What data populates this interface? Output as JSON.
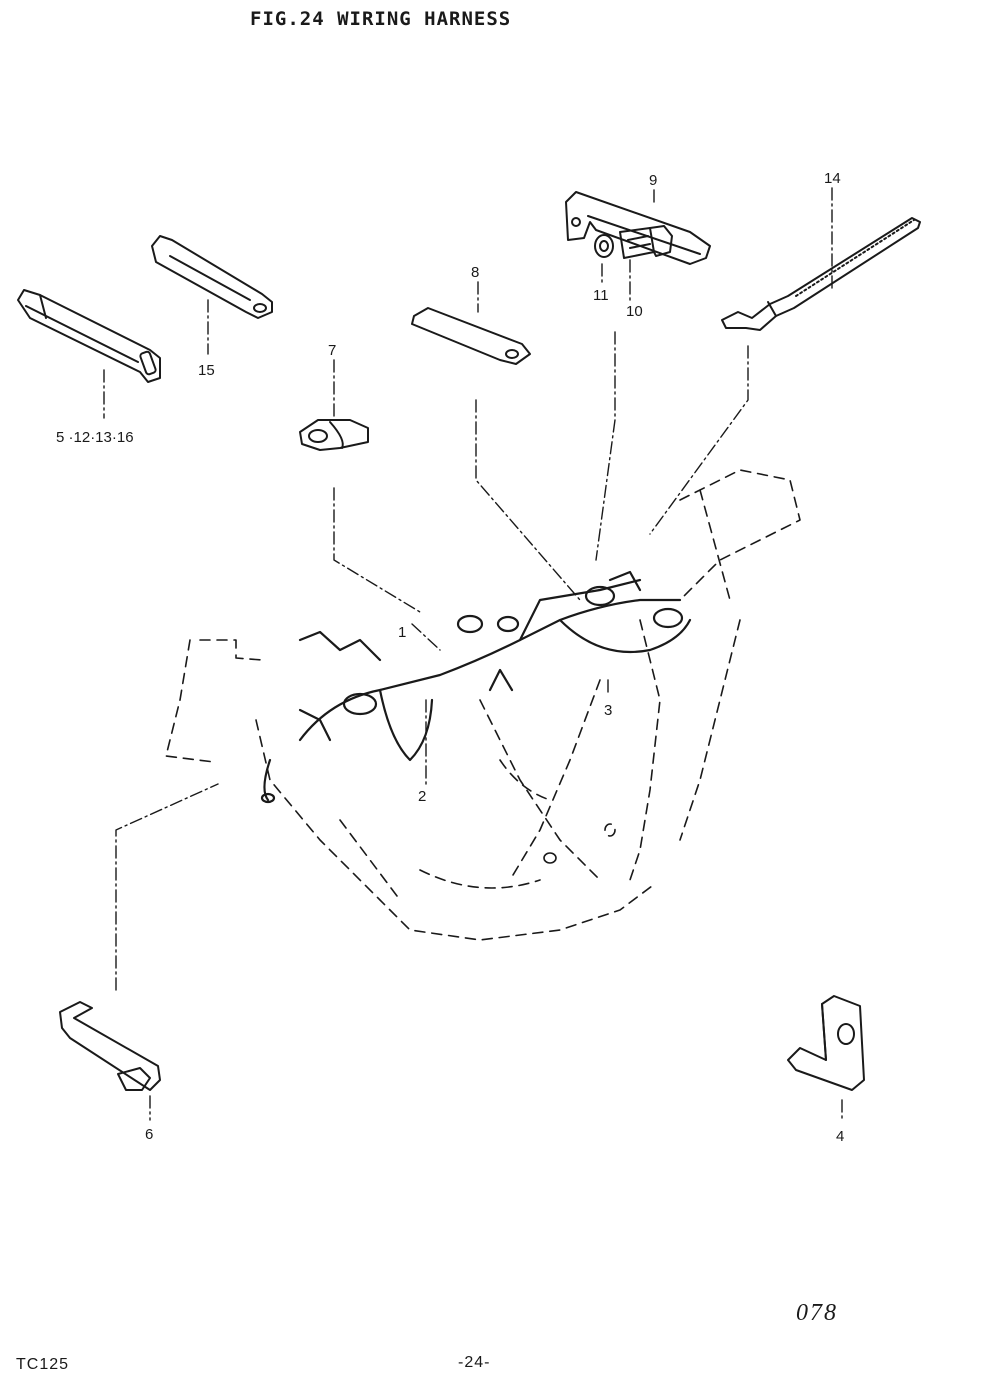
{
  "figure": {
    "title": "FIG.24  WIRING HARNESS"
  },
  "callouts": {
    "c1": "1",
    "c2": "2",
    "c3": "3",
    "c4": "4",
    "c6": "6",
    "c7": "7",
    "c8": "8",
    "c9": "9",
    "c10": "10",
    "c11": "11",
    "c14": "14",
    "c15": "15",
    "c5_group": "5 ·12·13·16"
  },
  "footer": {
    "model": "TC125",
    "page": "-24-",
    "sheet_number": "078"
  }
}
